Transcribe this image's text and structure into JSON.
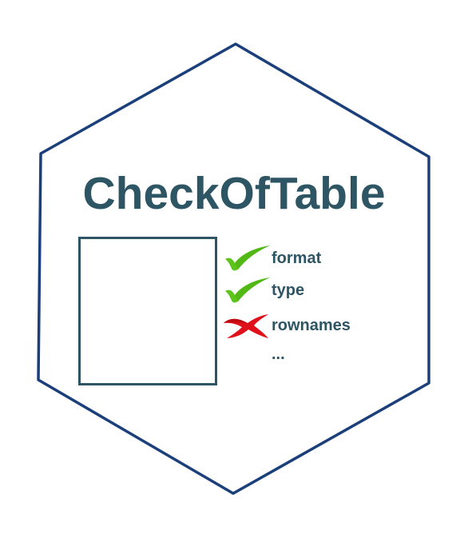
{
  "logo": {
    "title": "CheckOfTable",
    "checks": [
      {
        "label": "format",
        "status": "pass",
        "icon": "green-check-icon"
      },
      {
        "label": "type",
        "status": "pass",
        "icon": "green-check-icon"
      },
      {
        "label": "rownames",
        "status": "fail",
        "icon": "red-cross-icon"
      }
    ],
    "more": "...",
    "colors": {
      "border": "#1a3f7a",
      "text": "#2d5563",
      "pass": "#5cc41a",
      "fail": "#e0101a"
    }
  }
}
